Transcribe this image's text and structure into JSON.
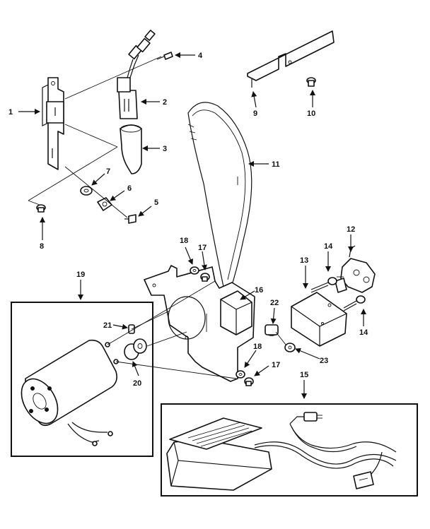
{
  "labels": {
    "l1": "1",
    "l2": "2",
    "l3": "3",
    "l4": "4",
    "l5": "5",
    "l6": "6",
    "l7": "7",
    "l8": "8",
    "l9": "9",
    "l10": "10",
    "l11": "11",
    "l12": "12",
    "l13": "13",
    "l14a": "14",
    "l14b": "14",
    "l15": "15",
    "l16": "16",
    "l17a": "17",
    "l17b": "17",
    "l18a": "18",
    "l18b": "18",
    "l19": "19",
    "l20": "20",
    "l21": "21",
    "l22": "22",
    "l23": "23"
  }
}
